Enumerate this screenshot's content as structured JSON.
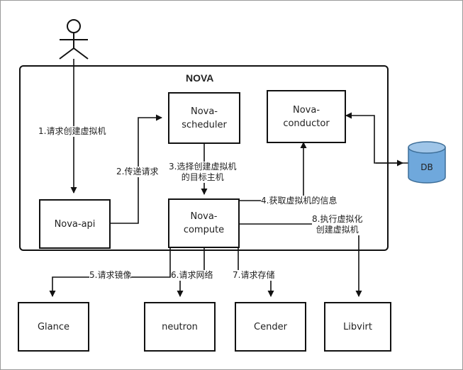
{
  "diagram": {
    "title": "NOVA",
    "nodes": {
      "nova_scheduler": "Nova-\nscheduler",
      "nova_conductor": "Nova-\nconductor",
      "nova_api": "Nova-api",
      "nova_compute": "Nova-\ncompute",
      "glance": "Glance",
      "neutron": "neutron",
      "cender": "Cender",
      "libvirt": "Libvirt",
      "db": "DB"
    },
    "edges": {
      "e1": "1.请求创建虚拟机",
      "e2": "2.传递请求",
      "e3": "3.选择创建虚拟机\n的目标主机",
      "e4": "4.获取虚拟机的信息",
      "e5": "5.请求镜像",
      "e6": "6.请求网络",
      "e7": "7.请求存储",
      "e8": "8.执行虚拟化\n创建虚拟机"
    }
  },
  "colors": {
    "db_fill": "#6fa8dc",
    "db_stroke": "#3d6e98",
    "line": "#111111"
  }
}
